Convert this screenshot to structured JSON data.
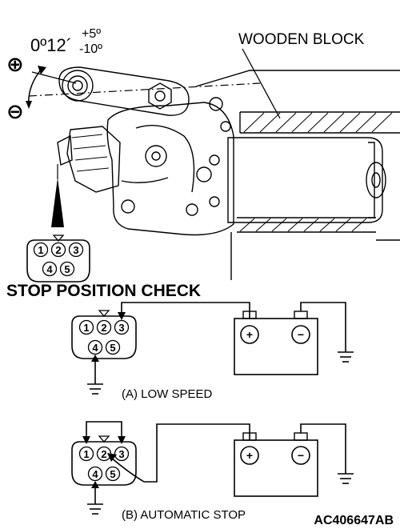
{
  "figure": {
    "angle_label": "0º12´",
    "tolerance_plus": "+5º",
    "tolerance_minus": "-10º",
    "plus_symbol": "⊕",
    "minus_symbol": "⊖",
    "wooden_block_label": "WOODEN BLOCK",
    "section_title": "STOP POSITION CHECK",
    "caption_low_speed": "(A) LOW SPEED",
    "caption_auto_stop": "(B) AUTOMATIC STOP",
    "figure_code": "AC406647AB"
  },
  "connector_pins": [
    "1",
    "2",
    "3",
    "4",
    "5"
  ],
  "battery": {
    "positive_symbol": "+",
    "negative_symbol": "−"
  }
}
